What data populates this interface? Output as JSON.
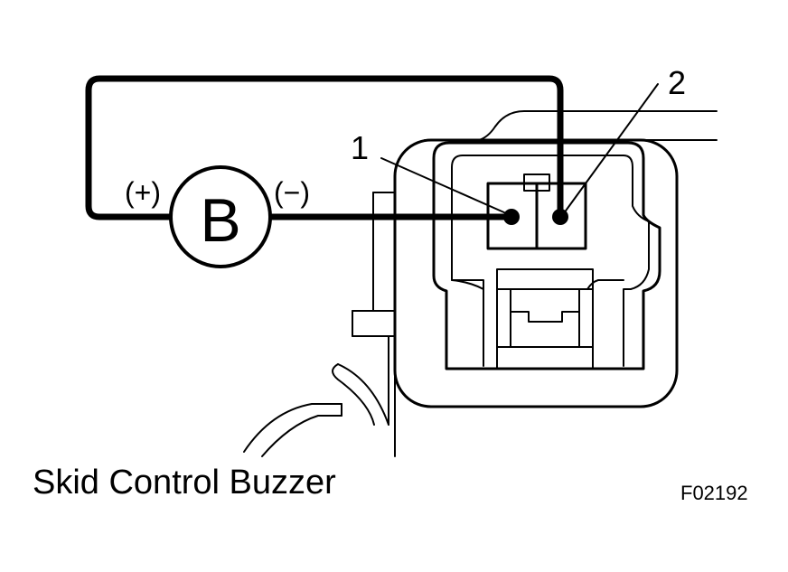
{
  "battery": {
    "symbol": "B",
    "positive_label": "(+)",
    "negative_label": "(−)"
  },
  "terminals": {
    "terminal_1": "1",
    "terminal_2": "2"
  },
  "component_label": "Skid Control Buzzer",
  "figure_code": "F02192"
}
